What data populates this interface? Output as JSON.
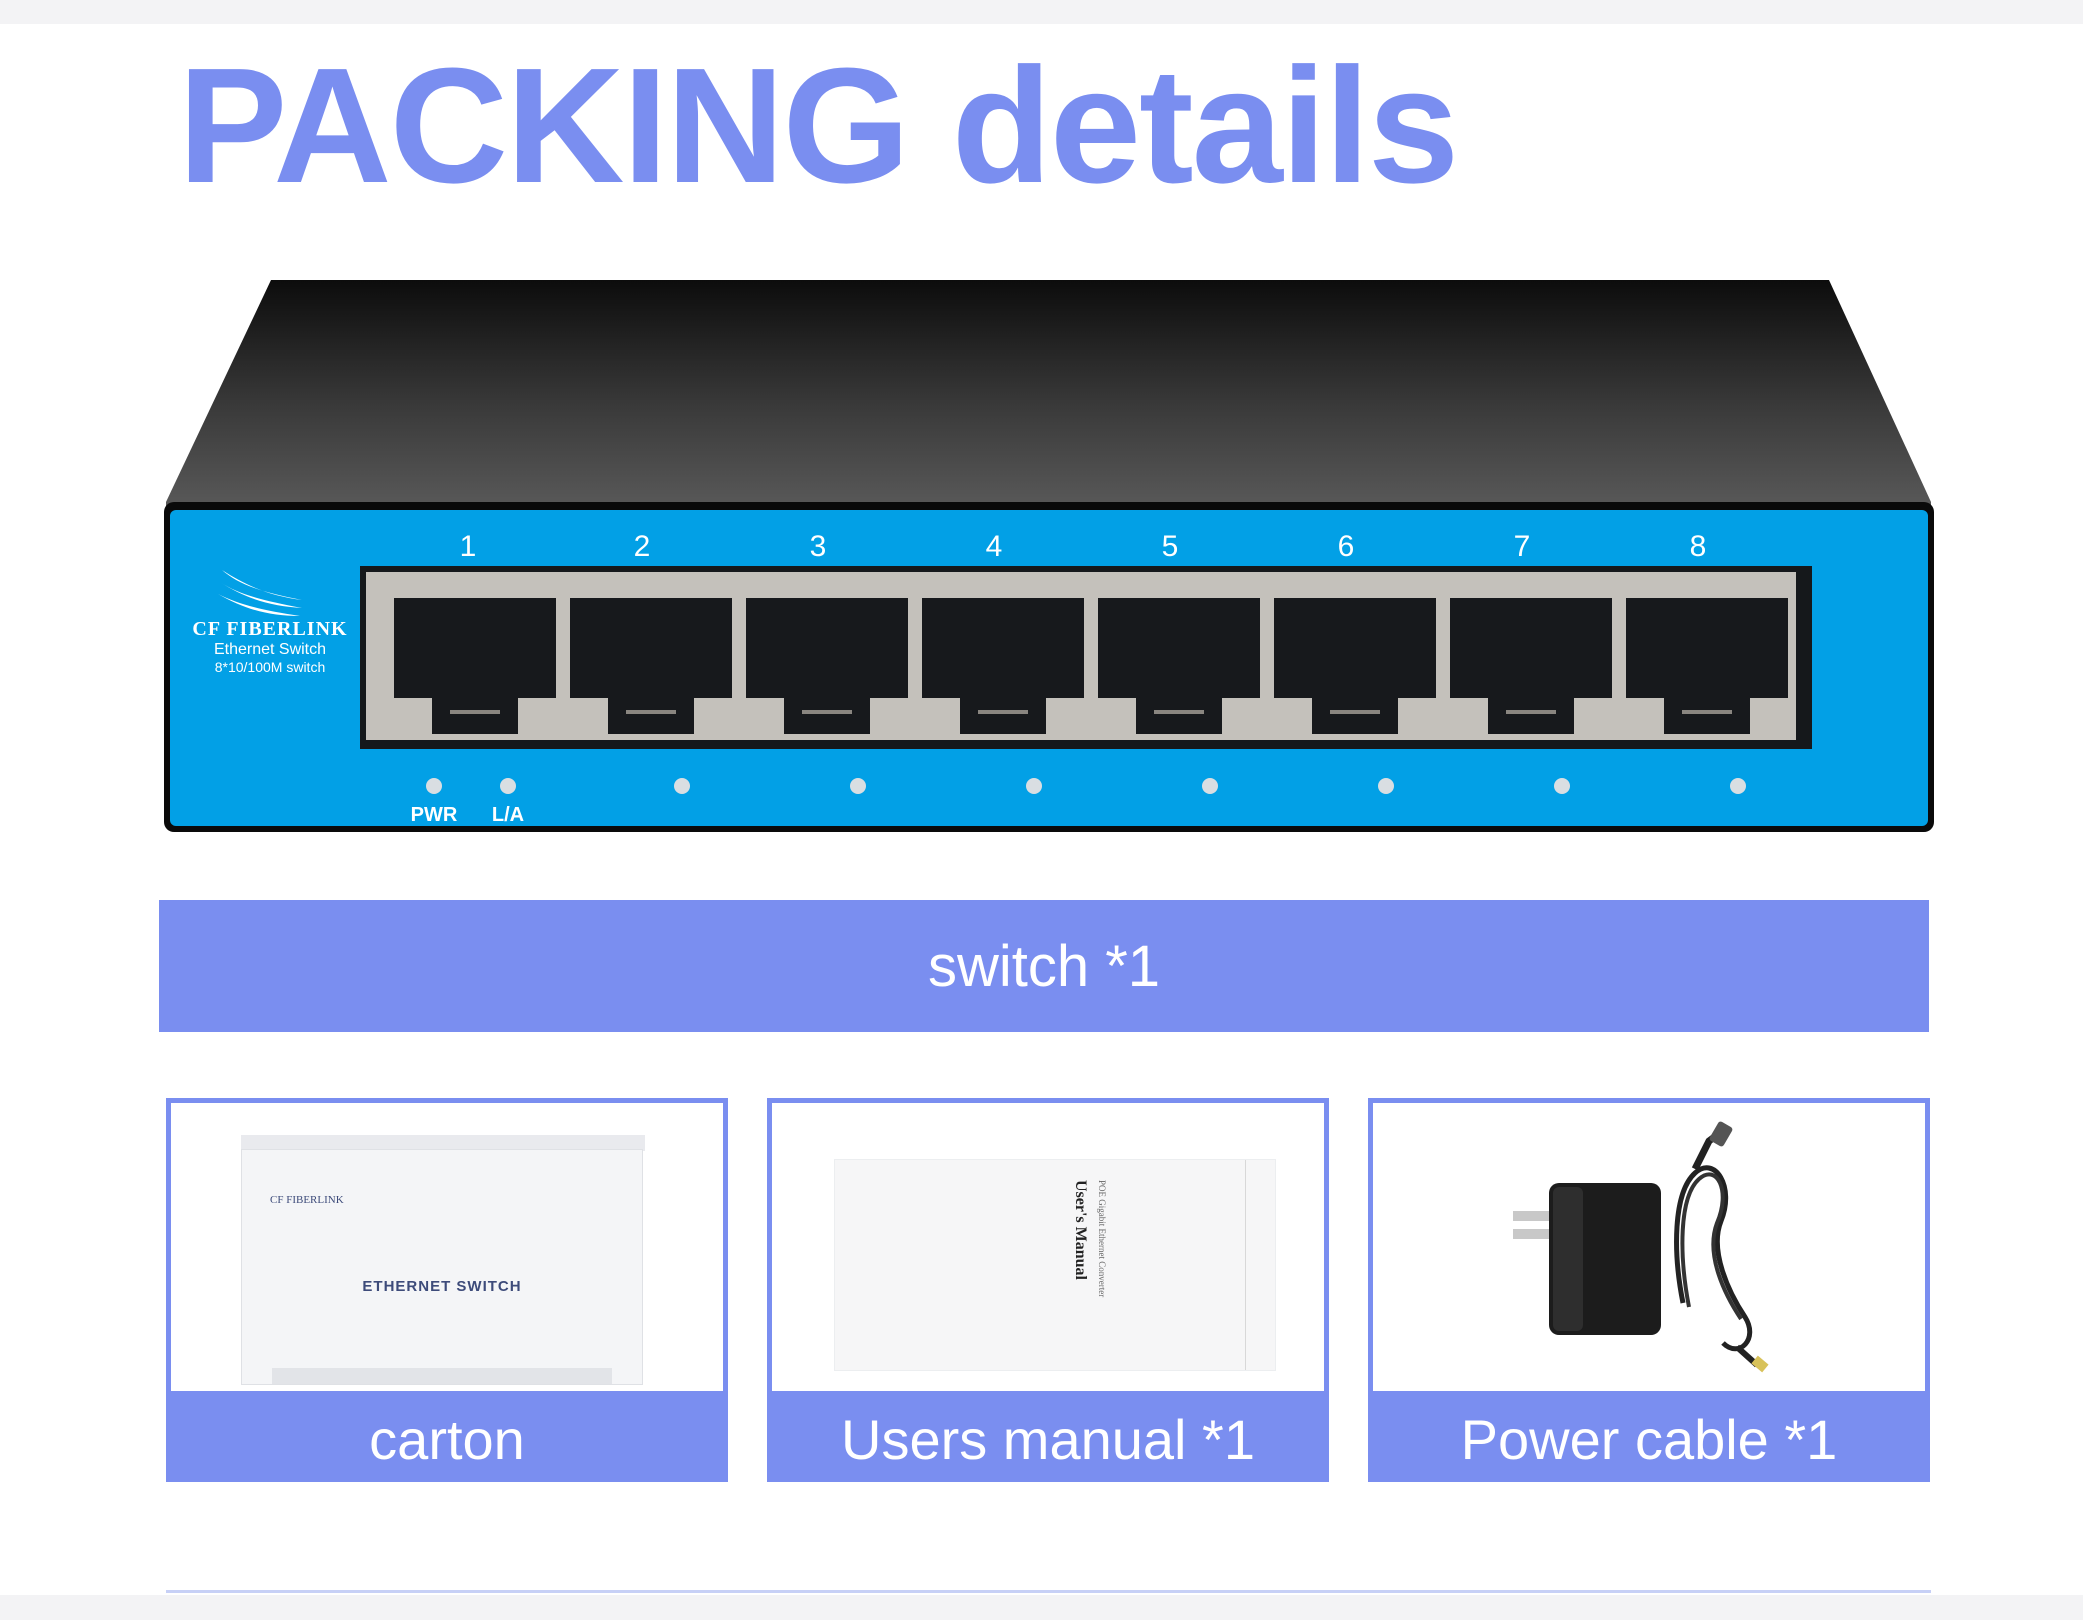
{
  "title": "PACKING details",
  "colors": {
    "accent": "#7a8ef0",
    "panel_blue": "#02a0e6",
    "chassis": "#0a0a0a"
  },
  "switch": {
    "brand": "CF FIBERLINK",
    "subtitle": "Ethernet Switch",
    "spec": "8*10/100M switch",
    "port_numbers": [
      "1",
      "2",
      "3",
      "4",
      "5",
      "6",
      "7",
      "8"
    ],
    "led_labels": {
      "pwr": "PWR",
      "la": "L/A"
    }
  },
  "banner": {
    "label": "switch *1"
  },
  "items": [
    {
      "label": "carton",
      "image_icon": "carton-box-icon",
      "box_brand": "CF FIBERLINK",
      "box_text": "ETHERNET SWITCH"
    },
    {
      "label": "Users manual *1",
      "image_icon": "manual-booklet-icon",
      "manual_title": "User's Manual",
      "manual_subtitle": "POE Gigabit Ethernet Converter"
    },
    {
      "label": "Power cable  *1",
      "image_icon": "power-adapter-icon"
    }
  ]
}
